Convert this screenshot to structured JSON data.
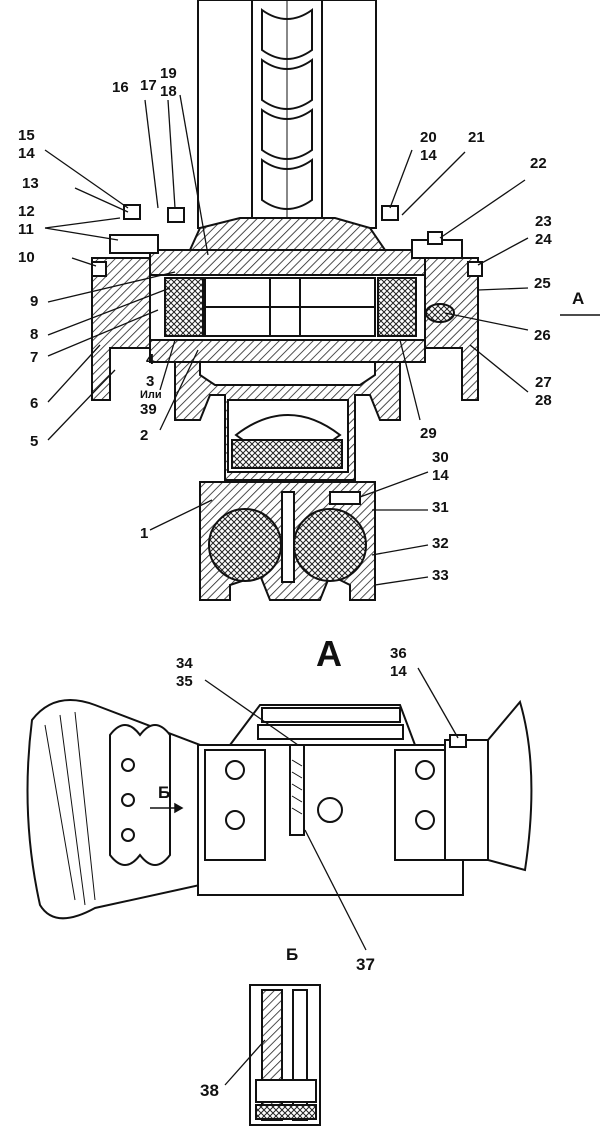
{
  "view_a_title": "А",
  "view_b_title": "Б",
  "arrow_a": "А",
  "arrow_b": "Б",
  "callouts": {
    "c15": "15",
    "c14a": "14",
    "c13": "13",
    "c12": "12",
    "c11": "11",
    "c10": "10",
    "c9": "9",
    "c8": "8",
    "c7": "7",
    "c6": "6",
    "c5": "5",
    "c16": "16",
    "c17": "17",
    "c19": "19",
    "c18": "18",
    "c20": "20",
    "c14b": "14",
    "c21": "21",
    "c22": "22",
    "c23": "23",
    "c24": "24",
    "c25": "25",
    "c26": "26",
    "c27": "27",
    "c28": "28",
    "c4": "4",
    "c3": "3",
    "c_or": "Или",
    "c39": "39",
    "c2": "2",
    "c29": "29",
    "c30": "30",
    "c14c": "14",
    "c31": "31",
    "c1": "1",
    "c32": "32",
    "c33": "33",
    "c34": "34",
    "c35": "35",
    "c36": "36",
    "c14d": "14",
    "c37": "37",
    "c38": "38"
  }
}
